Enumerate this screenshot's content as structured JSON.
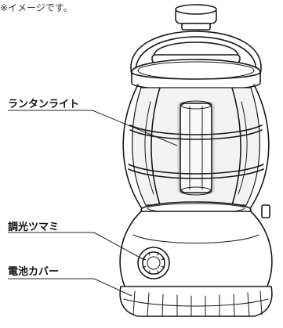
{
  "note": "※イメージです。",
  "labels": {
    "lantern_light": "ランタンライト",
    "dimmer_knob": "調光ツマミ",
    "battery_cover": "電池カバー"
  }
}
